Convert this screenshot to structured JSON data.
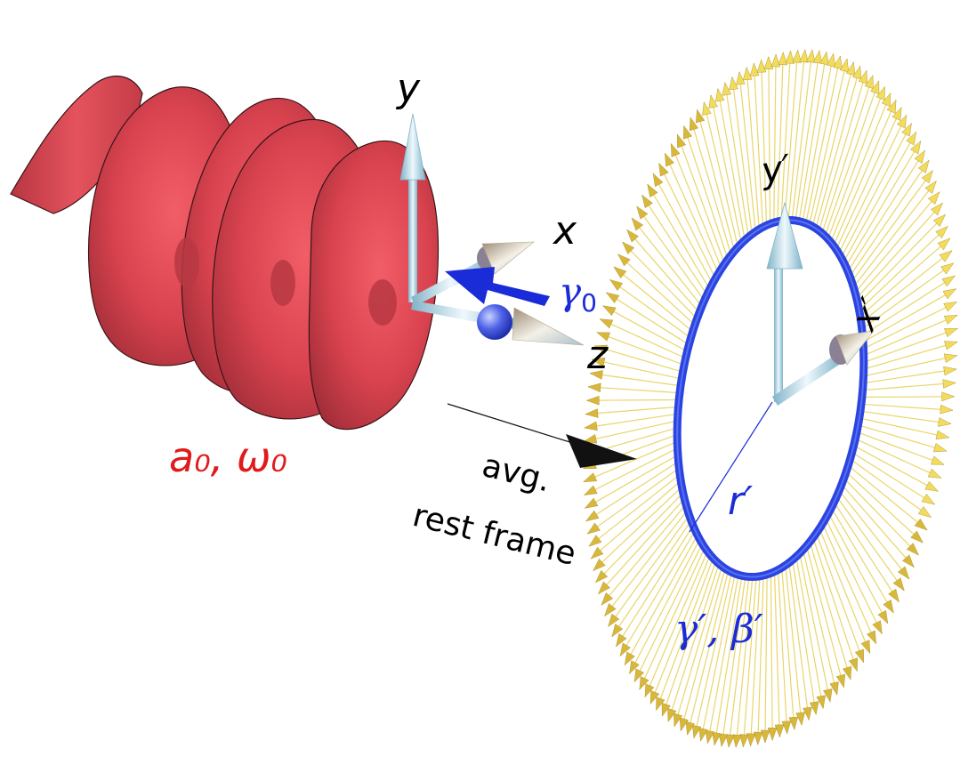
{
  "labels": {
    "axis_y": "y",
    "axis_x": "x",
    "axis_z": "z",
    "gamma0": "γ",
    "gamma0_sub": "0",
    "axis_yp": "y′",
    "axis_xp": "x′",
    "a0_omega0": "a₀, ω₀",
    "avg": "avg.",
    "rest_frame": "rest frame",
    "r_prime": "r′",
    "gamma_beta_prime": "γ′, β′"
  },
  "colors": {
    "laser": "#d9434f",
    "laser_dark": "#a8323c",
    "ring": "#2a44e0",
    "gamma_arrow": "#1a2bd8",
    "axis_arrow": "#b8dbe8",
    "momentum_arrow": "#e9d568",
    "label_red": "#e01b1b",
    "label_blue": "#1a2bd8"
  },
  "ring_arrows": {
    "count": 160
  }
}
